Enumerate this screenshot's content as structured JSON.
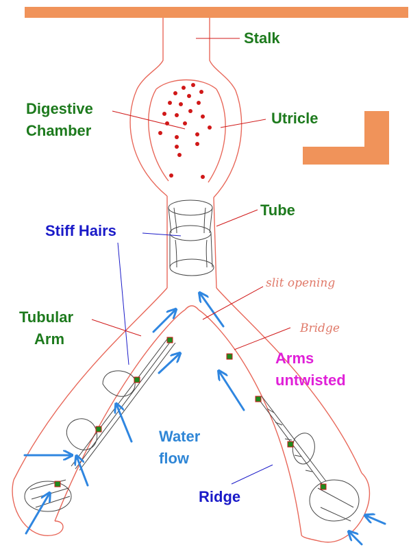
{
  "colors": {
    "label_green": "#1d7a1d",
    "label_blue": "#1a1ac8",
    "label_sky": "#2f86d6",
    "label_magenta": "#e020d8",
    "handwriting": "#e07a6a",
    "outline": "#e8685a",
    "support_bar": "#f0935a",
    "water_arrow": "#2f86e0",
    "dots": "#d01818",
    "markers": "#1e8a1e"
  },
  "labels": {
    "stalk": "Stalk",
    "digestive_line1": "Digestive",
    "digestive_line2": "Chamber",
    "utricle": "Utricle",
    "tube": "Tube",
    "stiff_hairs": "Stiff Hairs",
    "tubular_line1": "Tubular",
    "tubular_line2": "Arm",
    "slit_opening": "slit opening",
    "bridge": "Bridge",
    "arms_line1": "Arms",
    "arms_line2": "untwisted",
    "water_line1": "Water",
    "water_line2": "flow",
    "ridge": "Ridge"
  }
}
